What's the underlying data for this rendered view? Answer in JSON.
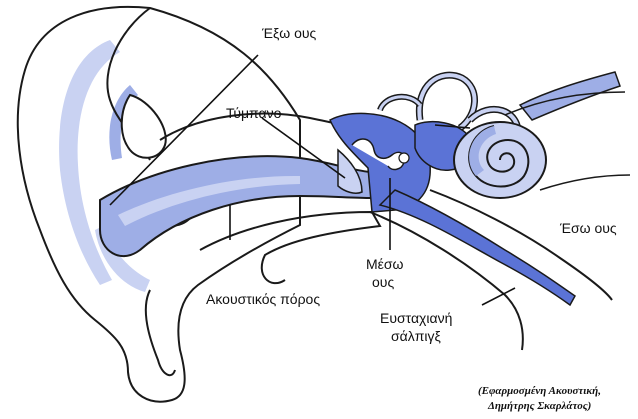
{
  "diagram": {
    "labels": {
      "outer_ear": "Έξω ους",
      "eardrum": "Τύμπανο",
      "inner_ear": "Έσω ους",
      "middle_ear_line1": "Μέσω",
      "middle_ear_line2": "ους",
      "ear_canal": "Ακουστικός πόρος",
      "eustachian_line1": "Ευσταχιανή",
      "eustachian_line2": "σάλπιγξ"
    },
    "credit": {
      "line1": "(Εφαρμοσμένη Ακουστική,",
      "line2": "Δημήτρης Σκαρλάτος)"
    },
    "colors": {
      "fill_light": "#c9d2f2",
      "fill_mid": "#9eaee6",
      "fill_dark": "#5b73d6",
      "outline": "#1a1a1a"
    }
  }
}
